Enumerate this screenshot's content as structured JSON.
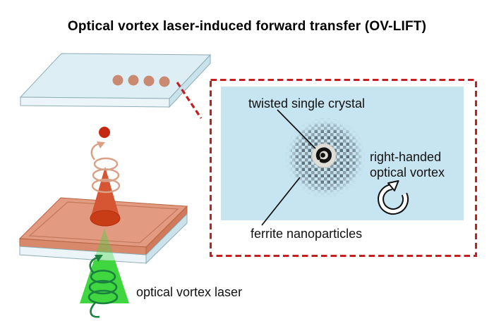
{
  "title": "Optical vortex laser-induced forward transfer (OV-LIFT)",
  "diagram": {
    "labels": {
      "laser": "optical vortex laser",
      "inset_crystal": "twisted single crystal",
      "inset_vortex_line1": "right-handed",
      "inset_vortex_line2": "optical vortex",
      "inset_particles": "ferrite nanoparticles"
    },
    "colors": {
      "glass_top": "#ddeef5",
      "glass_front": "#ebf5f9",
      "glass_side": "#c9e2eb",
      "dot": "#c98a71",
      "droplet": "#c5290f",
      "spiral_tan": "#d8a084",
      "cone": "#d65634",
      "cone_base": "#c93d16",
      "film_top": "#e29a80",
      "film_front": "#d8886b",
      "film_side": "#cf7a5c",
      "laser_green": "#3fd63f",
      "laser_spiral": "#1a8040",
      "inset_bg": "#c7e5f1",
      "inset_border": "#c41f1f",
      "particle": "#8a9ba4",
      "particle_dark": "#5f727c",
      "crystal_bg": "#dfddd8",
      "line_black": "#111111"
    }
  }
}
